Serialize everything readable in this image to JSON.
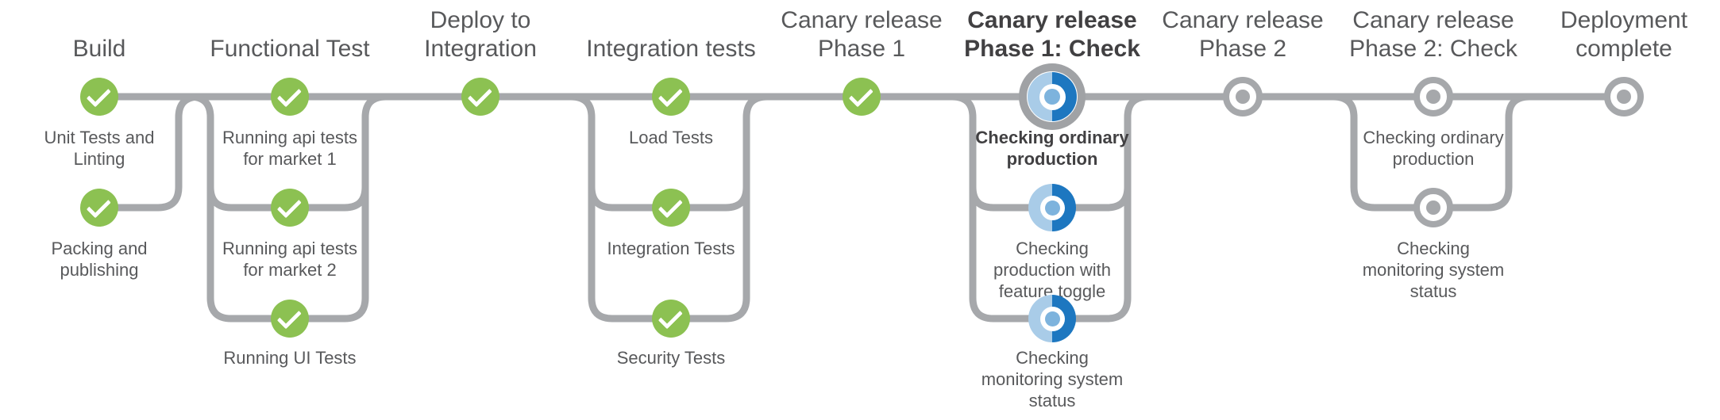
{
  "pipeline": {
    "colors": {
      "done_green": "#8cc152",
      "line_gray": "#a6a8ab",
      "in_progress_blue": "#1d77c0",
      "in_progress_light_blue": "#a9cce8",
      "in_progress_dot_blue": "#7db3dd",
      "text_gray": "#58595b",
      "text_emphasis": "#414042"
    },
    "stages": [
      {
        "title": "Build",
        "status": "done",
        "tasks": [
          {
            "label": "Unit Tests and\nLinting",
            "status": "done"
          },
          {
            "label": "Packing and\npublishing",
            "status": "done"
          }
        ]
      },
      {
        "title": "Functional Test",
        "status": "done",
        "tasks": [
          {
            "label": "Running api tests\nfor market 1",
            "status": "done"
          },
          {
            "label": "Running api tests\nfor market 2",
            "status": "done"
          },
          {
            "label": "Running UI Tests",
            "status": "done"
          }
        ]
      },
      {
        "title": "Deploy to\nIntegration",
        "status": "done",
        "tasks": []
      },
      {
        "title": "Integration tests",
        "status": "done",
        "tasks": [
          {
            "label": "Load Tests",
            "status": "done"
          },
          {
            "label": "Integration Tests",
            "status": "done"
          },
          {
            "label": "Security Tests",
            "status": "done"
          }
        ]
      },
      {
        "title": "Canary release\nPhase 1",
        "status": "done",
        "tasks": []
      },
      {
        "title": "Canary release\nPhase 1: Check",
        "status": "in-progress",
        "emphasized": true,
        "tasks": [
          {
            "label": "Checking ordinary\nproduction",
            "status": "in-progress",
            "emphasized": true
          },
          {
            "label": "Checking\nproduction with\nfeature toggle",
            "status": "in-progress"
          },
          {
            "label": "Checking\nmonitoring system\nstatus",
            "status": "in-progress"
          }
        ]
      },
      {
        "title": "Canary release\nPhase 2",
        "status": "pending",
        "tasks": []
      },
      {
        "title": "Canary release\nPhase 2: Check",
        "status": "pending",
        "tasks": [
          {
            "label": "Checking ordinary\nproduction",
            "status": "pending"
          },
          {
            "label": "Checking\nmonitoring system\nstatus",
            "status": "pending"
          }
        ]
      },
      {
        "title": "Deployment\ncomplete",
        "status": "pending",
        "tasks": []
      }
    ]
  }
}
